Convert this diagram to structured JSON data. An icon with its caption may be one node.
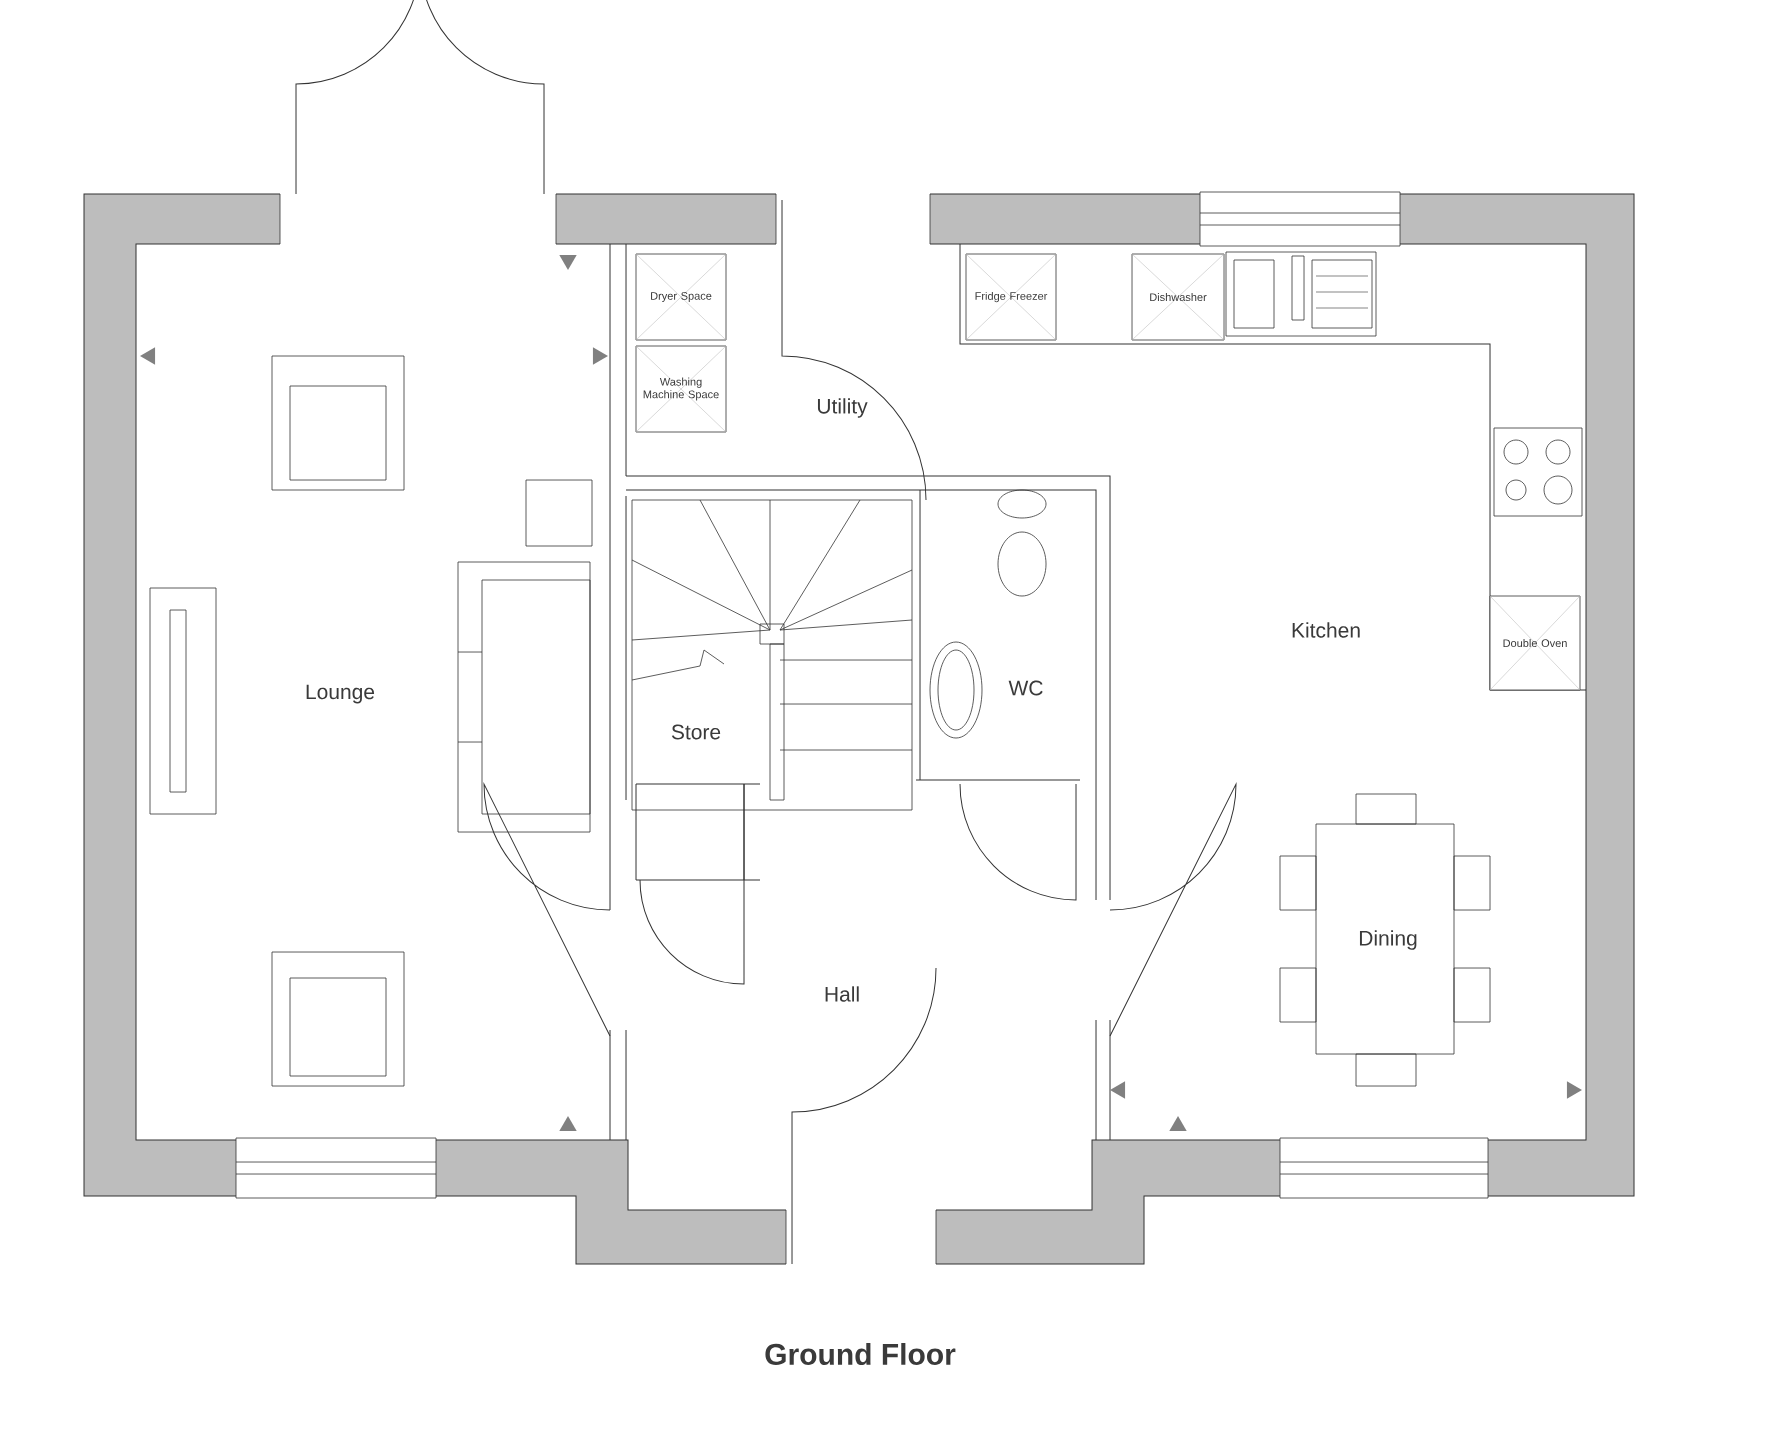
{
  "diagram": {
    "title": "Ground Floor",
    "nodes": [
      {
        "text": [
          "Dryer Space"
        ]
      },
      {
        "text": [
          "Washing Machine Space"
        ]
      },
      {
        "text": [
          "Fridge Freezer"
        ]
      },
      {
        "text": [
          "Dishwasher"
        ]
      },
      {
        "text": [
          "Double Oven"
        ]
      }
    ],
    "labels": [
      "Utility",
      "Lounge",
      "Kitchen",
      "Store",
      "WC",
      "Dining",
      "Hall"
    ]
  }
}
